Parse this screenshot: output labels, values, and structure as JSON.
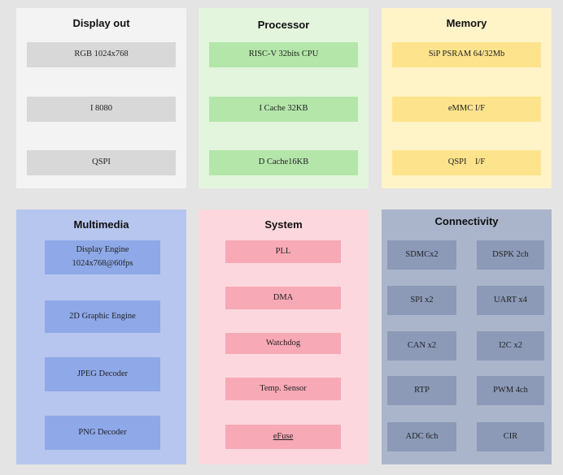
{
  "panels": {
    "display_out": {
      "title": "Display out",
      "items": [
        "RGB 1024x768",
        "I 8080",
        "QSPI"
      ]
    },
    "processor": {
      "title": "Processor",
      "items": [
        "RISC-V 32bits CPU",
        "I Cache 32KB",
        "D Cache16KB"
      ]
    },
    "memory": {
      "title": "Memory",
      "items": [
        "SiP PSRAM 64/32Mb",
        "eMMC I/F",
        "QSPI    I/F"
      ]
    },
    "multimedia": {
      "title": "Multimedia",
      "items": [
        "Display Engine\n1024x768@60fps",
        "2D Graphic Engine",
        "JPEG Decoder",
        "PNG Decoder"
      ]
    },
    "system": {
      "title": "System",
      "items": [
        "PLL",
        "DMA",
        "Watchdog",
        "Temp. Sensor",
        "eFuse"
      ]
    },
    "connectivity": {
      "title": "Connectivity",
      "items": [
        "SDMCx2",
        "DSPK 2ch",
        "SPI x2",
        "UART x4",
        "CAN x2",
        "I2C x2",
        "RTP",
        "PWM 4ch",
        "ADC 6ch",
        "CIR"
      ]
    }
  },
  "colors": {
    "page_background": "#e4e4e4",
    "display_out": "#d8d8d8",
    "processor": "#b4e6aa",
    "memory": "#fde48c",
    "multimedia": "#8ea8e8",
    "system": "#f7a9b6",
    "connectivity": "#8c9ab8"
  }
}
